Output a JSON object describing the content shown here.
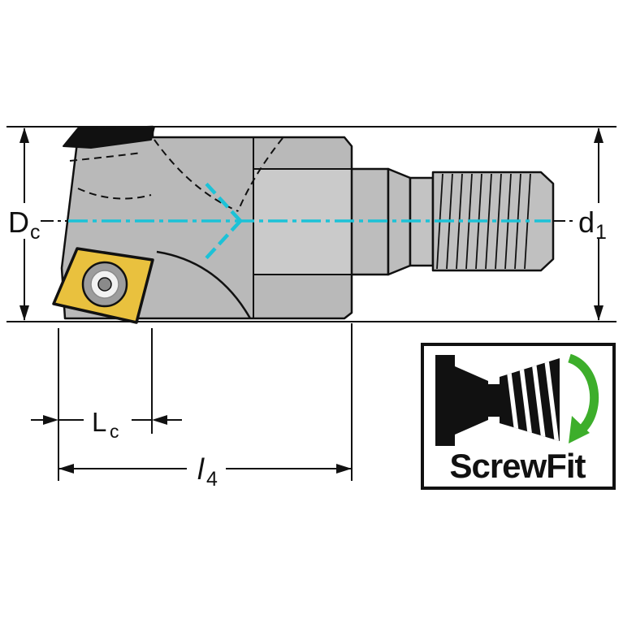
{
  "drawing": {
    "type": "technical-dimension-drawing",
    "subject": "indexable-insert-milling-cutter-with-screwfit-adaptor",
    "dimensions": {
      "dc": {
        "main": "D",
        "sub": "c"
      },
      "d1": {
        "main": "d",
        "sub": "1"
      },
      "lc": {
        "main": "L",
        "sub": "c"
      },
      "l4": {
        "main": "l",
        "sub": "4"
      }
    },
    "badge": {
      "brand": "ScrewFit"
    },
    "colors": {
      "coolant_cyan": "#1CC2D7",
      "insert_gold": "#E9C13E",
      "body_gray": "#B9B9B9",
      "flat_gray": "#CACACA",
      "arrow_green": "#3DAE2B",
      "line_black": "#111111"
    },
    "icons": [
      "screwfit-coupling-icon",
      "rotation-arrow-icon",
      "insert-screw-icon"
    ]
  }
}
